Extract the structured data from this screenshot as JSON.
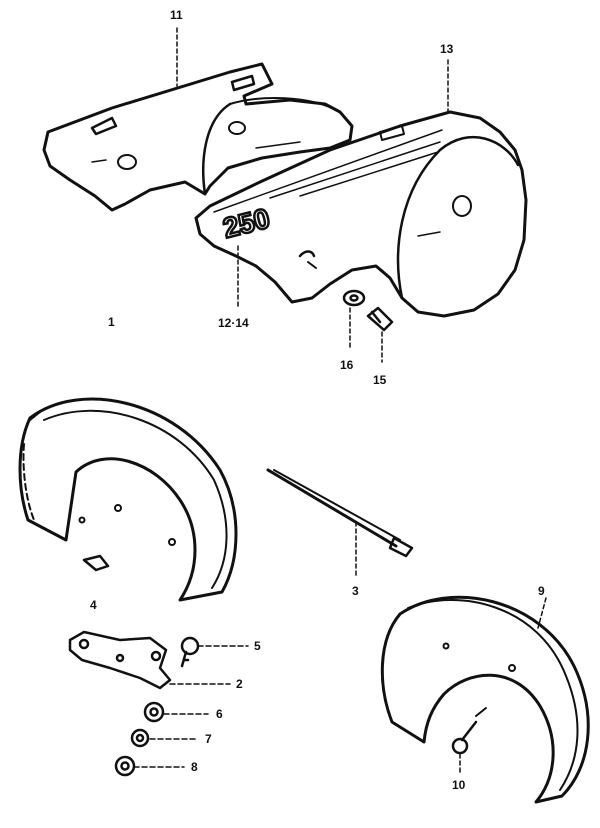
{
  "part_labels": {
    "p1": "1",
    "p2": "2",
    "p3": "3",
    "p4": "4",
    "p5": "5",
    "p6": "6",
    "p7": "7",
    "p8": "8",
    "p9": "9",
    "p10": "10",
    "p11": "11",
    "p12_14": "12·14",
    "p13": "13",
    "p15": "15",
    "p16": "16"
  },
  "decal_text": "250"
}
